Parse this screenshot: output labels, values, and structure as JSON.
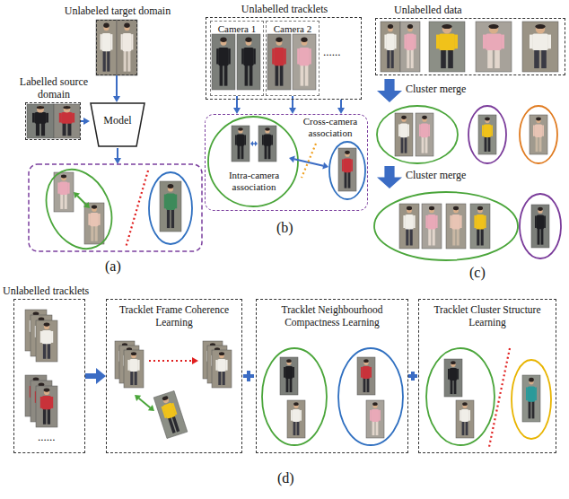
{
  "diagram": {
    "nodes": [
      {
        "text": [
          "Unlabeled target domain"
        ]
      },
      {
        "text": [
          "Labelled source domain"
        ]
      },
      {
        "text": [
          "Model"
        ]
      },
      {
        "text": [
          "Unlabelled tracklets"
        ]
      },
      {
        "text": [
          "Camera 1"
        ],
        "in": 3
      },
      {
        "text": [
          "Camera 2"
        ],
        "in": 3
      },
      {
        "text": [
          "Intra-camera association",
          "Cross-camera association"
        ]
      },
      {
        "text": [
          "Unlabelled data"
        ]
      },
      {
        "text": [
          "Unlabelled tracklets"
        ]
      },
      {
        "text": [
          "Tracklet Frame Coherence Learning"
        ]
      },
      {
        "text": [
          "Tracklet Neighbourhood Compactness Learning"
        ]
      },
      {
        "text": [
          "Tracklet Cluster Structure Learning"
        ]
      }
    ],
    "edges": [
      {
        "from": 0,
        "to": 2,
        "arrow": "to"
      },
      {
        "from": 1,
        "to": 2,
        "arrow": "to"
      },
      {
        "from": 4,
        "to": 6,
        "arrow": "to"
      },
      {
        "from": 5,
        "to": 6,
        "arrow": "to"
      },
      {
        "from": 8,
        "to": 9,
        "arrow": "to"
      }
    ],
    "labels": [
      "(a)",
      "......",
      "(b)",
      "Cluster merge",
      "Cluster merge",
      "(c)",
      "......",
      "(d)"
    ]
  }
}
